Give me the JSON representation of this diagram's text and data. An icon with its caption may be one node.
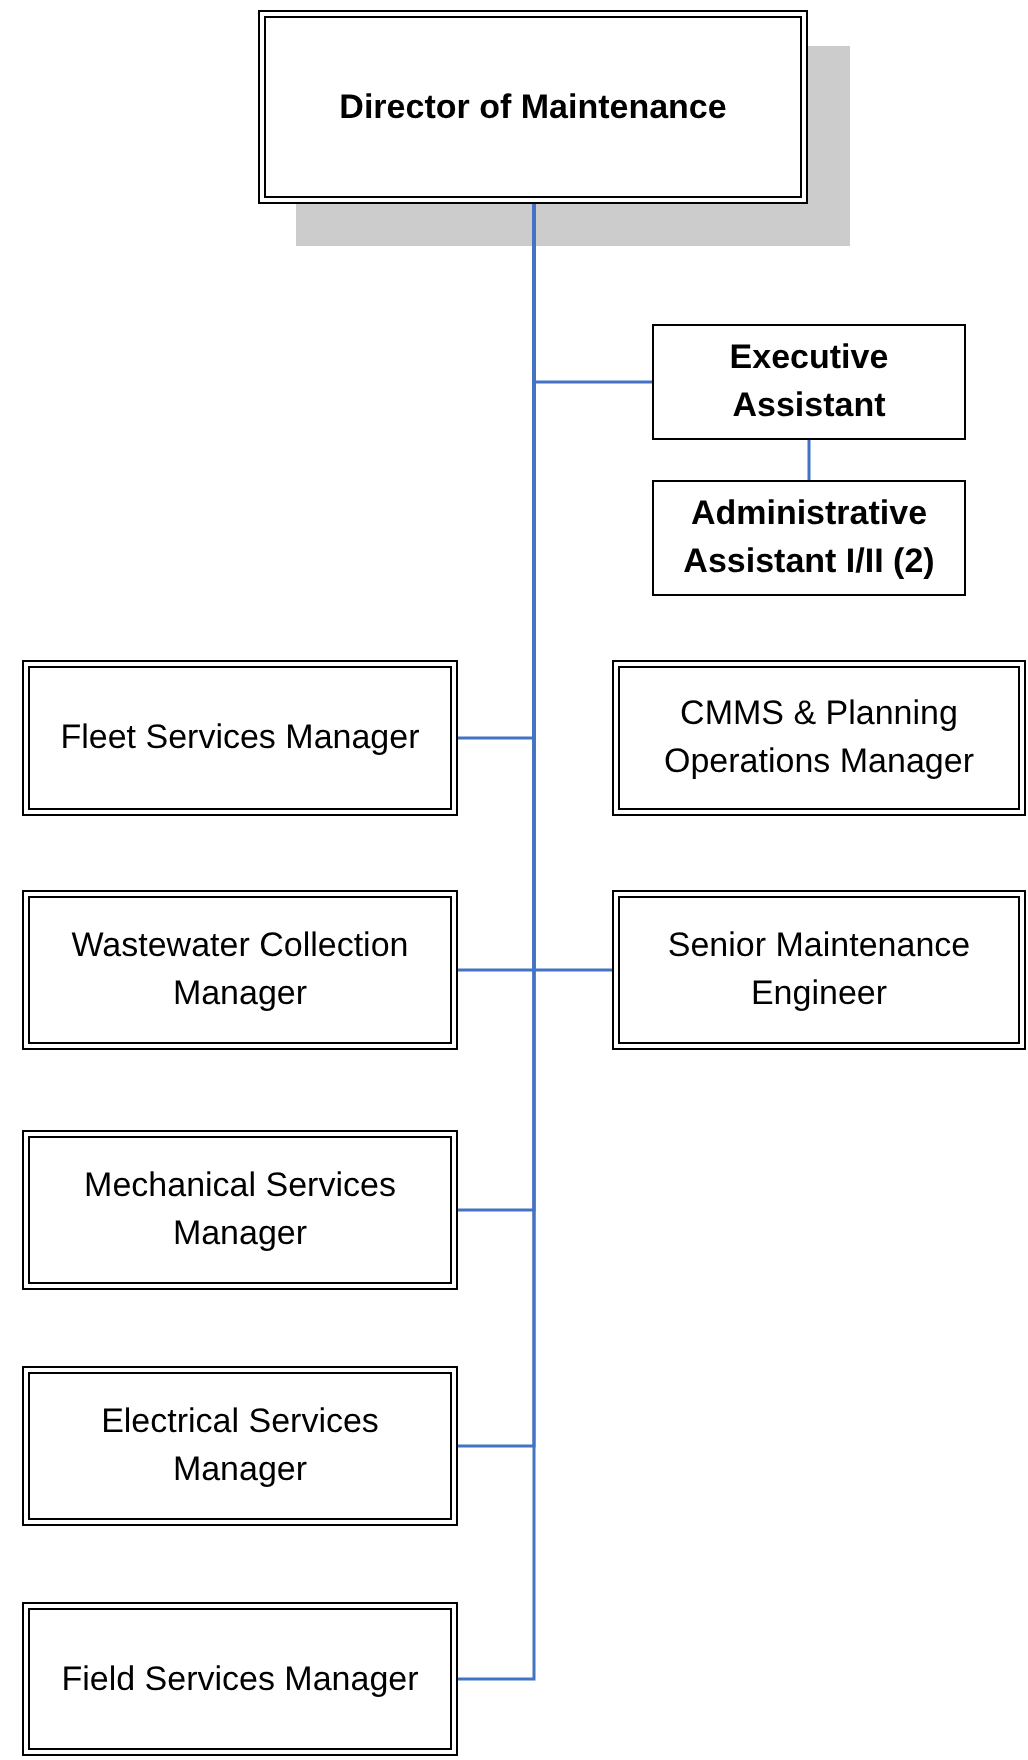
{
  "diagram": {
    "nodes": [
      {
        "text": [
          "Director of Maintenance"
        ]
      },
      {
        "text": [
          "Executive Assistant"
        ]
      },
      {
        "text": [
          "Administrative Assistant I/II (2)"
        ]
      },
      {
        "text": [
          "Fleet Services Manager"
        ]
      },
      {
        "text": [
          "CMMS & Planning Operations Manager"
        ]
      },
      {
        "text": [
          "Wastewater Collection Manager"
        ]
      },
      {
        "text": [
          "Senior Maintenance Engineer"
        ]
      },
      {
        "text": [
          "Mechanical Services Manager"
        ]
      },
      {
        "text": [
          "Electrical Services Manager"
        ]
      },
      {
        "text": [
          "Field Services Manager"
        ]
      }
    ],
    "edges": [
      {
        "from": 0,
        "to": 1,
        "arrow": "none"
      },
      {
        "from": 1,
        "to": 2,
        "arrow": "none"
      },
      {
        "from": 0,
        "to": 3,
        "arrow": "none"
      },
      {
        "from": 0,
        "to": 5,
        "arrow": "none"
      },
      {
        "from": 0,
        "to": 6,
        "arrow": "none"
      },
      {
        "from": 0,
        "to": 7,
        "arrow": "none"
      },
      {
        "from": 0,
        "to": 8,
        "arrow": "none"
      },
      {
        "from": 0,
        "to": 9,
        "arrow": "none"
      }
    ]
  }
}
